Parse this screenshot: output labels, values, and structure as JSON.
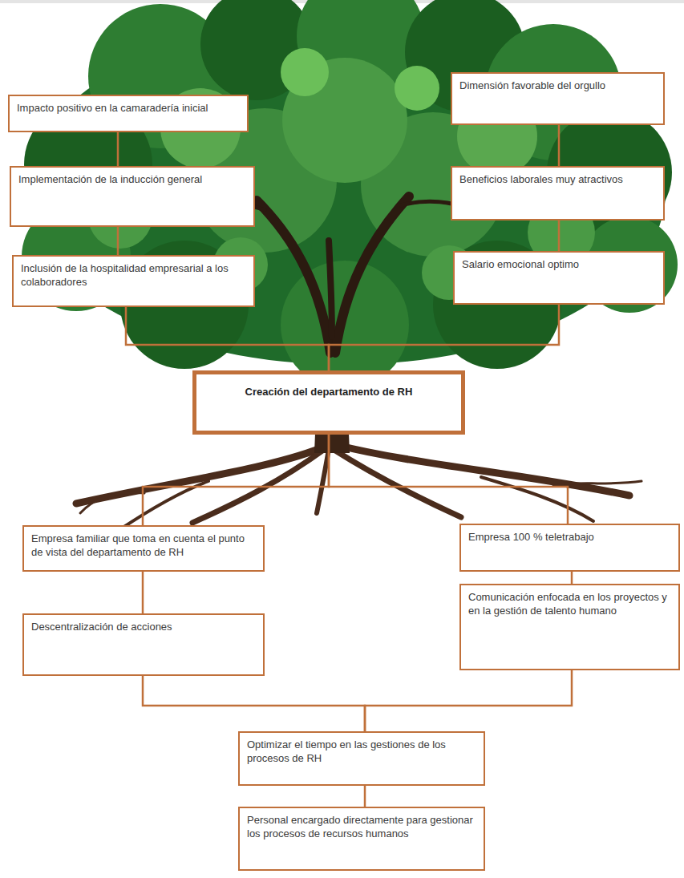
{
  "diagram": {
    "nodes": [
      {
        "text": [
          "Impacto positivo en la camaradería inicial"
        ]
      },
      {
        "text": [
          "Dimensión favorable del orgullo"
        ]
      },
      {
        "text": [
          "Implementación de la inducción general"
        ]
      },
      {
        "text": [
          "Beneficios laborales muy atractivos"
        ]
      },
      {
        "text": [
          "Inclusión de la hospitalidad empresarial a los colaboradores"
        ]
      },
      {
        "text": [
          "Salario emocional optimo"
        ]
      },
      {
        "text": [
          "Creación del departamento de RH"
        ]
      },
      {
        "text": [
          "Empresa familiar que toma en cuenta el punto de vista del departamento de RH"
        ]
      },
      {
        "text": [
          "Empresa 100 % teletrabajo"
        ]
      },
      {
        "text": [
          "Descentralización de acciones"
        ]
      },
      {
        "text": [
          "Comunicación enfocada en los proyectos y en la gestión de talento humano"
        ]
      },
      {
        "text": [
          "Optimizar el tiempo en las gestiones de los procesos de RH"
        ]
      },
      {
        "text": [
          "Personal encargado directamente para gestionar los procesos de recursos humanos"
        ]
      }
    ],
    "edges": [
      {
        "from": 0,
        "to": 2,
        "arrow": "none"
      },
      {
        "from": 2,
        "to": 4,
        "arrow": "none"
      },
      {
        "from": 1,
        "to": 3,
        "arrow": "none"
      },
      {
        "from": 3,
        "to": 5,
        "arrow": "none"
      },
      {
        "from": 4,
        "to": 6,
        "arrow": "none"
      },
      {
        "from": 5,
        "to": 6,
        "arrow": "none"
      },
      {
        "from": 6,
        "to": 7,
        "arrow": "none"
      },
      {
        "from": 6,
        "to": 8,
        "arrow": "none"
      },
      {
        "from": 7,
        "to": 9,
        "arrow": "none"
      },
      {
        "from": 8,
        "to": 10,
        "arrow": "none"
      },
      {
        "from": 9,
        "to": 11,
        "arrow": "none"
      },
      {
        "from": 10,
        "to": 11,
        "arrow": "none"
      },
      {
        "from": 11,
        "to": 12,
        "arrow": "none"
      }
    ]
  }
}
